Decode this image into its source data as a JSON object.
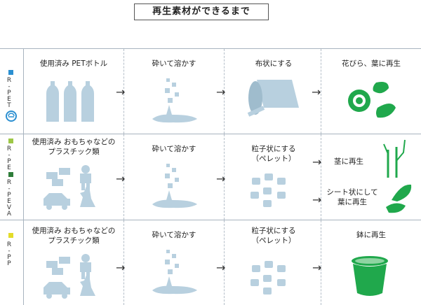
{
  "title": "再生素材ができるまで",
  "colors": {
    "pet": "#2b8fd1",
    "pe": "#9ec847",
    "eva": "#2e7d3a",
    "pp": "#e3dc2a",
    "icon": "#b8d0df",
    "green": "#20a84c"
  },
  "rows": [
    {
      "material": "R-PET",
      "material2": "",
      "steps": [
        "使用済み PETボトル",
        "砕いて溶かす",
        "布状にする",
        "花びら、葉に再生"
      ],
      "extra": ""
    },
    {
      "material": "R-PE",
      "material2": "R-PEVA",
      "steps": [
        "使用済み おもちゃなどの",
        "プラスチック類",
        "砕いて溶かす",
        "粒子状にする",
        "（ペレット）",
        "茎に再生",
        "シート状にして",
        "葉に再生"
      ],
      "extra": ""
    },
    {
      "material": "R-PP",
      "material2": "",
      "steps": [
        "使用済み おもちゃなどの",
        "プラスチック類",
        "砕いて溶かす",
        "粒子状にする",
        "（ペレット）",
        "鉢に再生"
      ],
      "extra": ""
    }
  ]
}
